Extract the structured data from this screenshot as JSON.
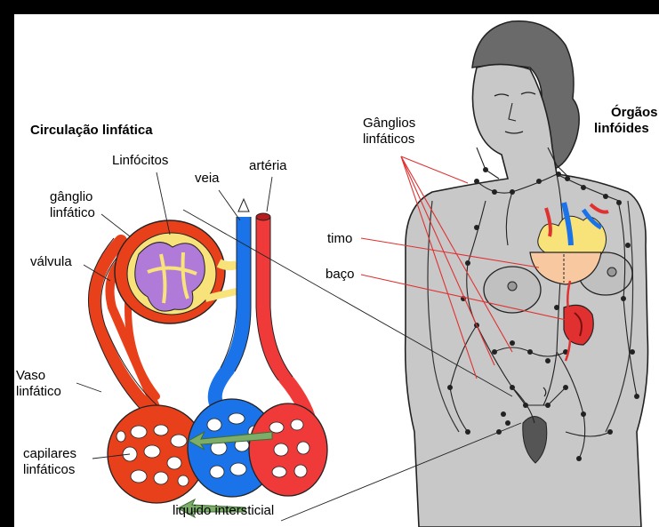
{
  "left_title": "Circulação linfática",
  "right_title_line1": "Órgãos",
  "right_title_line2": "linfóides",
  "labels": {
    "linfocitos": "Linfócitos",
    "veia": "veia",
    "arteria": "artéria",
    "ganglio_line1": "gânglio",
    "ganglio_line2": "linfático",
    "valvula": "válvula",
    "vaso_line1": "Vaso",
    "vaso_line2": "linfático",
    "capilares_line1": "capilares",
    "capilares_line2": "linfáticos",
    "liquido": "liquido intersticial",
    "ganglios_line1": "Gânglios",
    "ganglios_line2": "linfáticos",
    "timo": "timo",
    "baco": "baço"
  },
  "colors": {
    "lymph_red": "#e8401a",
    "artery_red": "#f03a3a",
    "vein_blue": "#1a73e8",
    "node_yellow": "#f8e27a",
    "lymphocyte_purple": "#b07ad8",
    "fluid_green": "#7cae6a",
    "skin_gray": "#c8c8c8",
    "thymus_peach": "#f8c9a0",
    "leader_red": "#e03030"
  }
}
